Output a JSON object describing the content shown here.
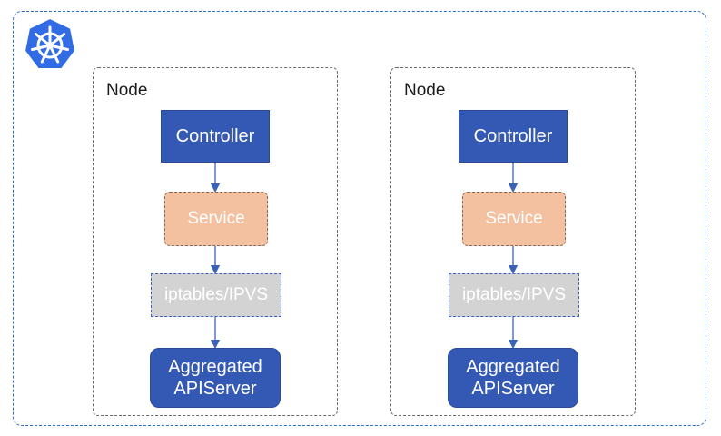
{
  "nodes": [
    {
      "label": "Node",
      "controller": "Controller",
      "service": "Service",
      "iptables": "iptables/IPVS",
      "apiserver_line1": "Aggregated",
      "apiserver_line2": "APIServer"
    },
    {
      "label": "Node",
      "controller": "Controller",
      "service": "Service",
      "iptables": "iptables/IPVS",
      "apiserver_line1": "Aggregated",
      "apiserver_line2": "APIServer"
    }
  ],
  "colors": {
    "cluster_border": "#2e6ec9",
    "node_border": "#6b6b6b",
    "blue_box": "#3459b5",
    "service_box": "#f4c1a0",
    "iptables_box": "#d3d3d3",
    "arrow": "#3a63b8",
    "logo": "#326ce5"
  },
  "icons": {
    "logo": "kubernetes-helm-wheel-icon"
  }
}
